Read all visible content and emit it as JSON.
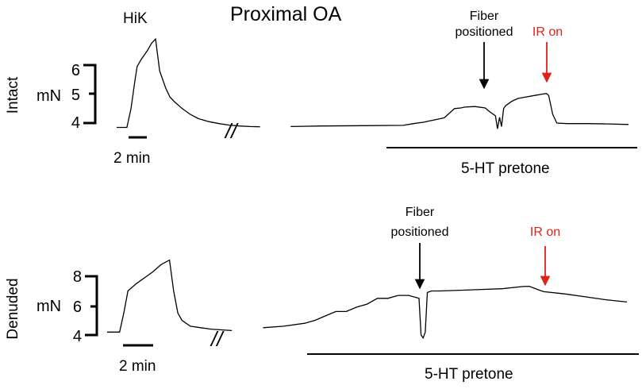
{
  "title": "Proximal OA",
  "colors": {
    "trace": "#000000",
    "ir_marker": "#e0201b"
  },
  "chart_data": [
    {
      "type": "line",
      "panel": "Intact",
      "row_label": "Intact",
      "hik_label": "HiK",
      "unit": "mN",
      "y_ticks": [
        "6",
        "5",
        "4"
      ],
      "y_tick_values": [
        6,
        5,
        4
      ],
      "time_scale_label": "2 min",
      "break_mark": "//",
      "treatment_label": "5-HT pretone",
      "annotations": [
        {
          "text": [
            "Fiber",
            "positioned"
          ],
          "color": "black",
          "at_time": 18.4
        },
        {
          "text": [
            "IR on"
          ],
          "color": "red",
          "at_time": 21.0
        }
      ],
      "series": [
        {
          "segment": "hik",
          "x": [
            0,
            0.5,
            0.7,
            0.9,
            1.0,
            1.2,
            1.5,
            1.7,
            1.9,
            2.1,
            2.4,
            2.6,
            2.8,
            3.2,
            3.6,
            4.0,
            4.5,
            5.0,
            5.5,
            6.0,
            6.5,
            7.0
          ],
          "y": [
            3.85,
            3.85,
            4.5,
            5.5,
            5.95,
            6.2,
            6.5,
            6.75,
            6.9,
            5.8,
            5.2,
            4.9,
            4.75,
            4.5,
            4.3,
            4.15,
            4.05,
            3.98,
            3.93,
            3.9,
            3.88,
            3.87
          ]
        },
        {
          "segment": "pretone",
          "x": [
            8.5,
            10,
            12,
            14,
            14.5,
            15,
            15.8,
            16.0,
            16.5,
            16.8,
            17.0,
            17.5,
            18.0,
            18.2,
            18.5,
            18.6,
            18.7,
            18.8,
            18.9,
            19.0,
            19.3,
            19.6,
            20.0,
            20.4,
            20.8,
            21.0,
            21.1,
            21.3,
            21.5,
            22,
            23,
            24,
            25
          ],
          "y": [
            3.88,
            3.9,
            3.91,
            3.92,
            3.98,
            4.03,
            4.15,
            4.18,
            4.5,
            4.52,
            4.55,
            4.57,
            4.52,
            4.4,
            4.25,
            3.8,
            4.2,
            3.88,
            4.5,
            4.6,
            4.75,
            4.85,
            4.9,
            4.95,
            5.0,
            5.02,
            4.95,
            4.3,
            4.0,
            3.98,
            3.98,
            3.97,
            3.95
          ]
        }
      ]
    },
    {
      "type": "line",
      "panel": "Denuded",
      "row_label": "Denuded",
      "unit": "mN",
      "y_ticks": [
        "8",
        "6",
        "4"
      ],
      "y_tick_values": [
        8,
        6,
        4
      ],
      "time_scale_label": "2 min",
      "break_mark": "//",
      "treatment_label": "5-HT pretone",
      "annotations": [
        {
          "text": [
            "Fiber",
            "positioned"
          ],
          "color": "black",
          "at_time": 15.2
        },
        {
          "text": [
            "IR on"
          ],
          "color": "red",
          "at_time": 20.3
        }
      ],
      "series": [
        {
          "segment": "hik",
          "x": [
            0,
            0.6,
            0.8,
            1.0,
            1.4,
            1.8,
            2.2,
            2.6,
            3.0,
            3.2,
            3.4,
            3.6,
            4.0,
            4.5,
            5.0,
            5.5,
            6.0
          ],
          "y": [
            4.2,
            4.2,
            5.5,
            7.0,
            7.5,
            7.9,
            8.3,
            8.8,
            9.1,
            7.0,
            5.5,
            5.0,
            4.6,
            4.5,
            4.4,
            4.35,
            4.3
          ]
        },
        {
          "segment": "pretone",
          "x": [
            7.5,
            8.5,
            9.5,
            10,
            10.5,
            11,
            11.5,
            12,
            12.5,
            13,
            13.5,
            14,
            14.5,
            15.0,
            15.1,
            15.2,
            15.3,
            15.4,
            15.6,
            16,
            17,
            18,
            19,
            20,
            20.3,
            20.8,
            21,
            22,
            23,
            24,
            25
          ],
          "y": [
            4.5,
            4.6,
            4.8,
            5.0,
            5.3,
            5.6,
            5.6,
            5.9,
            6.1,
            6.5,
            6.5,
            6.7,
            6.7,
            6.5,
            4.0,
            3.8,
            4.2,
            6.9,
            7.0,
            7.0,
            7.05,
            7.1,
            7.15,
            7.3,
            7.32,
            7.05,
            6.95,
            6.8,
            6.6,
            6.4,
            6.25
          ]
        }
      ]
    }
  ]
}
